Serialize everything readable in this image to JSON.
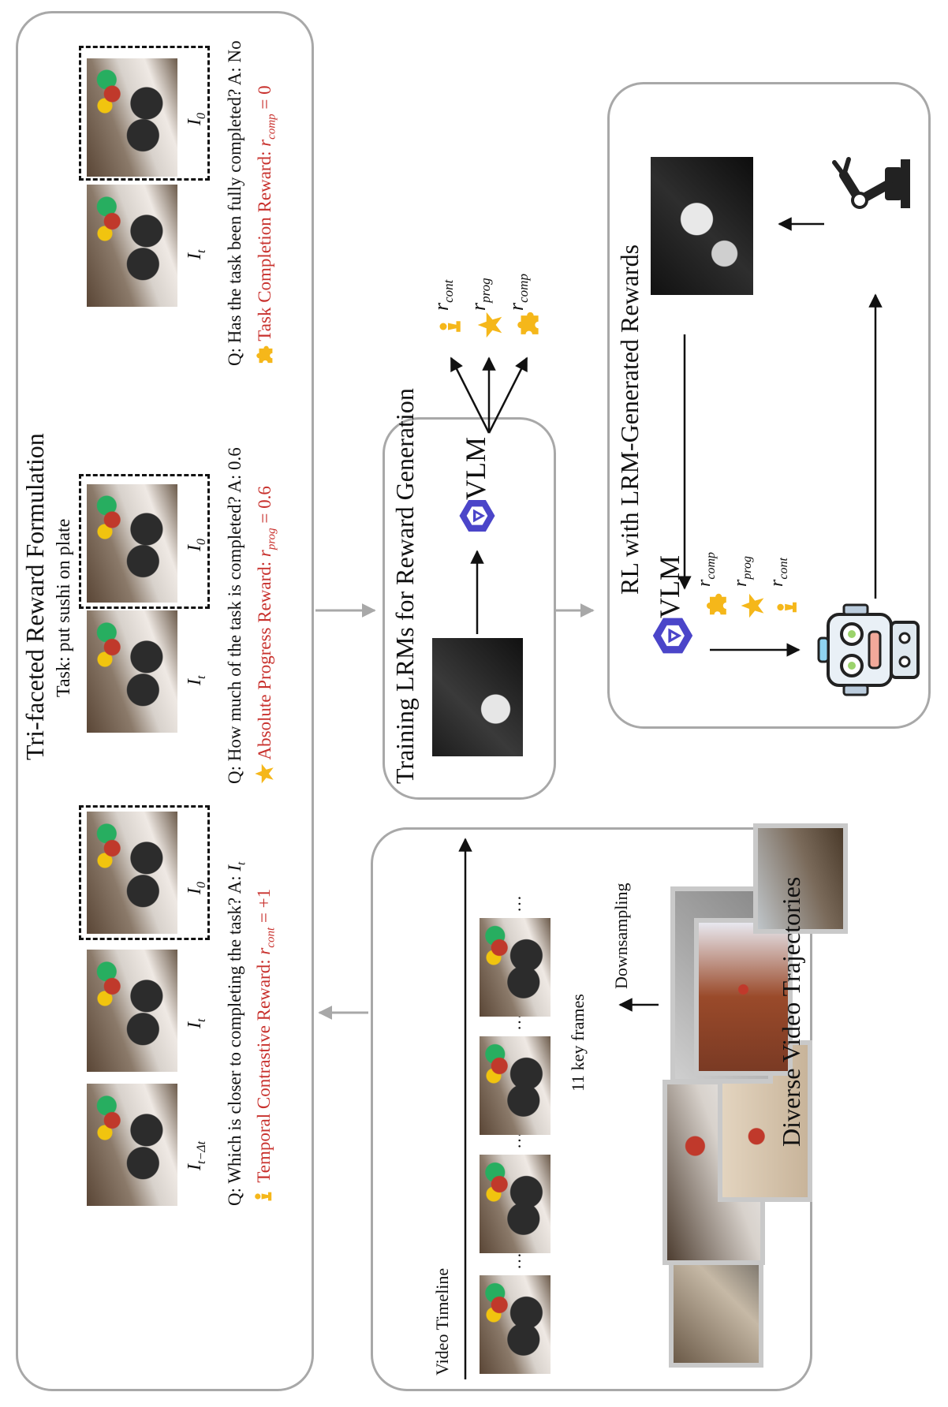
{
  "panel_formulation": {
    "title": "Tri-faceted Reward Formulation",
    "task": "Task: put sushi on plate",
    "contrastive": {
      "frame_labels": [
        "I",
        "I",
        "I"
      ],
      "frame_subs": [
        "t−Δt",
        "t",
        "0"
      ],
      "question": "Q: Which is closer to completing the task?",
      "answer_prefix": "A:",
      "answer_var": "I",
      "answer_sub": "t",
      "reward_name": "Temporal Contrastive Reward:",
      "reward_var": "r",
      "reward_sub": "cont",
      "reward_value": "= +1",
      "icon": "pawn-icon"
    },
    "progress": {
      "frame_labels": [
        "I",
        "I"
      ],
      "frame_subs": [
        "t",
        "0"
      ],
      "question": "Q: How much of the task is completed?",
      "answer": "A: 0.6",
      "reward_name": "Absolute Progress Reward:",
      "reward_var": "r",
      "reward_sub": "prog",
      "reward_value": "= 0.6",
      "icon": "star-icon"
    },
    "completion": {
      "frame_labels": [
        "I",
        "I"
      ],
      "frame_subs": [
        "t",
        "0"
      ],
      "question": "Q: Has the task been fully completed?",
      "answer": "A: No",
      "reward_name": "Task Completion Reward:",
      "reward_var": "r",
      "reward_sub": "comp",
      "reward_value": "= 0",
      "icon": "puzzle-icon"
    }
  },
  "panel_trajectories": {
    "title": "Diverse Video Trajectories",
    "timeline_label": "Video Timeline",
    "key_frames_label": "11 key frames",
    "downsampling_label": "Downsampling",
    "ellipsis": "…"
  },
  "panel_training": {
    "title": "Training LRMs for Reward Generation",
    "vlm_label": "VLM",
    "outputs": [
      {
        "var": "r",
        "sub": "cont",
        "icon": "pawn-icon"
      },
      {
        "var": "r",
        "sub": "prog",
        "icon": "star-icon"
      },
      {
        "var": "r",
        "sub": "comp",
        "icon": "puzzle-icon"
      }
    ]
  },
  "panel_rl": {
    "title": "RL with LRM-Generated Rewards",
    "vlm_label": "VLM",
    "outputs": [
      {
        "var": "r",
        "sub": "comp",
        "icon": "puzzle-icon"
      },
      {
        "var": "r",
        "sub": "prog",
        "icon": "star-icon"
      },
      {
        "var": "r",
        "sub": "cont",
        "icon": "pawn-icon"
      }
    ],
    "agent_icon": "robot-icon",
    "env_icon": "robot-arm-icon"
  },
  "colors": {
    "border": "#a8a8a8",
    "reward_red": "#c8302c",
    "gold": "#f5b71a",
    "vlm_blue": "#4b45c9",
    "arrow_gray": "#a8a8a8"
  }
}
